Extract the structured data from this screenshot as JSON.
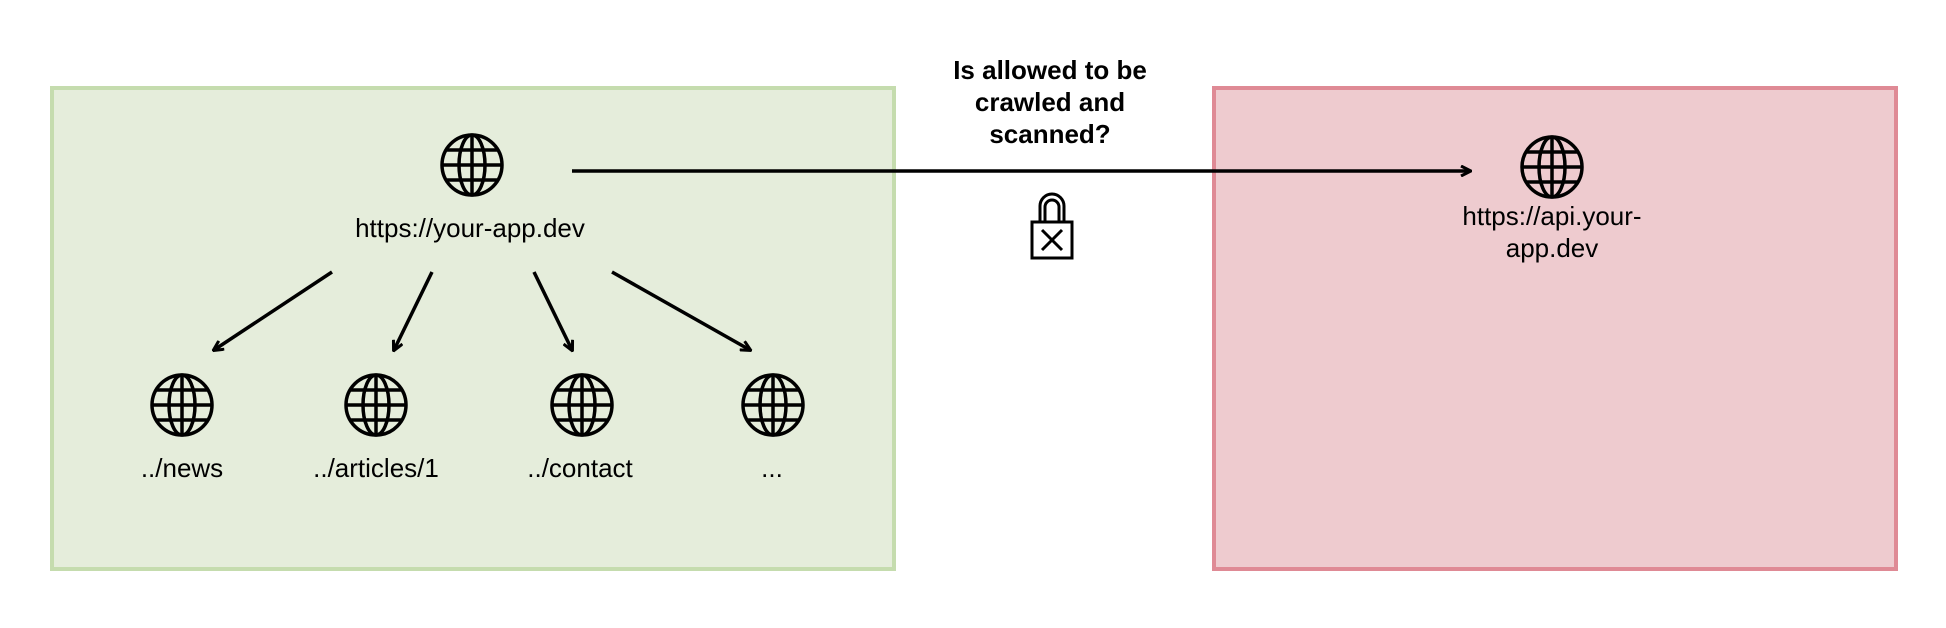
{
  "zones": {
    "allowed_color": "#e5eddb",
    "allowed_border": "#c5dcae",
    "blocked_color": "#eecbcf",
    "blocked_border": "#df8a95"
  },
  "root_node": {
    "label": "https://your-app.dev",
    "icon": "globe-icon"
  },
  "child_nodes": [
    {
      "label": "../news",
      "icon": "globe-icon"
    },
    {
      "label": "../articles/1",
      "icon": "globe-icon"
    },
    {
      "label": "../contact",
      "icon": "globe-icon"
    },
    {
      "label": "...",
      "icon": "globe-icon"
    }
  ],
  "external_node": {
    "label": "https://api.your-app.dev",
    "icon": "globe-icon"
  },
  "connection": {
    "question": "Is allowed to be crawled and scanned?",
    "icon": "lock-blocked-icon"
  }
}
